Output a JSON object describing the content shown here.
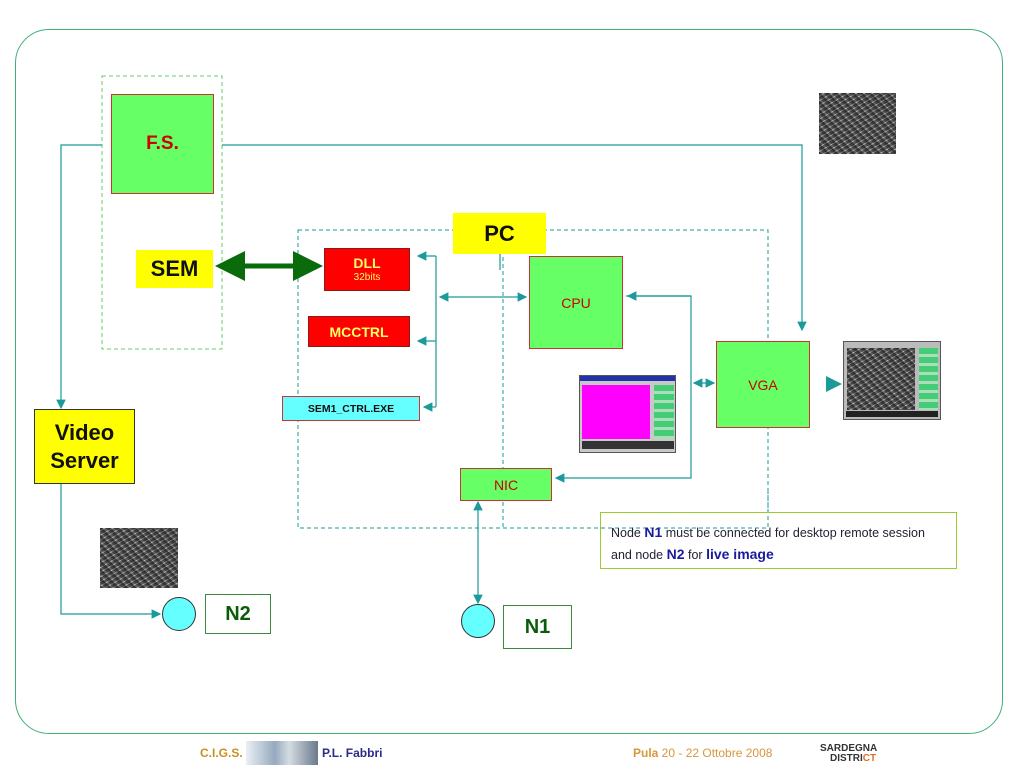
{
  "blocks": {
    "fs": "F.S.",
    "sem": "SEM",
    "video_server": [
      "Video",
      "Server"
    ],
    "pc": "PC",
    "dll": {
      "title": "DLL",
      "subtitle": "32bits"
    },
    "mcctrl": "MCCTRL",
    "sem1_ctrl": "SEM1_CTRL.EXE",
    "cpu": "CPU",
    "vga": "VGA",
    "nic": "NIC"
  },
  "nodes": {
    "n1": "N1",
    "n2": "N2"
  },
  "note": {
    "part1": "Node ",
    "n1": "N1",
    "part2": " must be connected for  desktop remote session and node ",
    "n2": "N2",
    "part3": " for ",
    "live": "live image"
  },
  "footer": {
    "org": "C.I.G.S.",
    "author": "P.L. Fabbri",
    "city": "Pula",
    "dates": " 20 - 22 Ottobre 2008",
    "logo_line1": "SARDEGNA",
    "logo_line2": "DISTRI",
    "logo_line2_accent": "CT"
  },
  "colors": {
    "wire": "#1a9a9a",
    "sem_link": "#0a6b0a",
    "node_fill": "#66ffff"
  }
}
